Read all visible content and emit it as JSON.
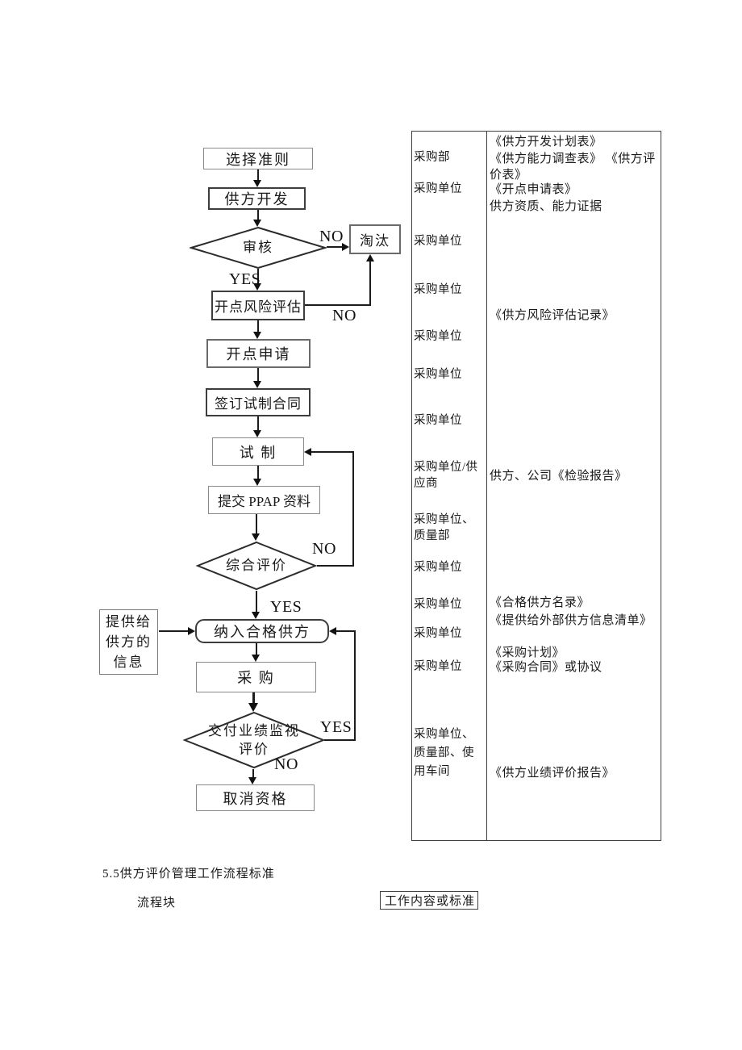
{
  "flowchart": {
    "boxes": {
      "select_criteria": "选择准则",
      "supplier_development": "供方开发",
      "review": "审核",
      "eliminate": "淘汰",
      "risk_assessment": "开点风险评估",
      "site_application": "开点申请",
      "trial_contract": "签订试制合同",
      "trial_production": "试 制",
      "submit_ppap": "提交 PPAP 资料",
      "comprehensive_evaluation": "综合评价",
      "qualified_supplier": "纳入合格供方",
      "info_line1": "提供给",
      "info_line2": "供方的",
      "info_line3": "信息",
      "purchasing": "采 购",
      "delivery_monitor_line1": "交付业绩监视",
      "delivery_monitor_line2": "评价",
      "disqualification": "取消资格"
    },
    "labels": {
      "review_no": "NO",
      "review_yes": "YES",
      "risk_no": "NO",
      "eval_no": "NO",
      "eval_yes": "YES",
      "delivery_yes": "YES",
      "delivery_no": "NO"
    }
  },
  "table": {
    "left_col": [
      "采购部",
      "采购单位",
      "采购单位",
      "采购单位",
      "采购单位",
      "采购单位",
      "采购单位",
      "采购单位/供应商",
      "采购单位、质量部",
      "采购单位",
      "采购单位",
      "采购单位",
      "采购单位",
      "采购单位、质量部、使用车间"
    ],
    "right_col": [
      "《供方开发计划表》",
      "《供方能力调查表》 《供方评价表》",
      "《开点申请表》",
      "供方资质、能力证据",
      "《供方风险评估记录》",
      "供方、公司《检验报告》",
      "《合格供方名录》",
      "《提供给外部供方信息清单》",
      "《采购计划》",
      "《采购合同》或协议",
      "《供方业绩评价报告》"
    ]
  },
  "footer": {
    "section_heading": "5.5供方评价管理工作流程标准",
    "flow_block": "流程块",
    "work_content": "工作内容或标准"
  }
}
